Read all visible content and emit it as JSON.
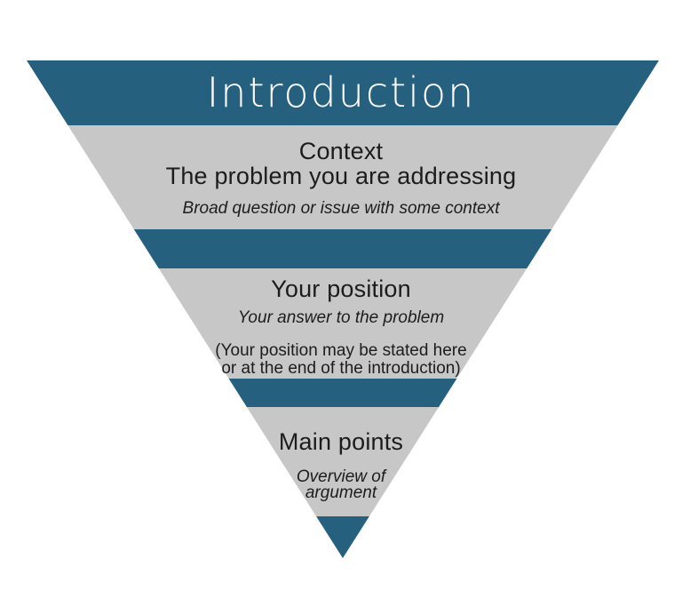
{
  "palette": {
    "blue": "#26607f",
    "gray": "#c7c7c7",
    "text_dark": "#1c1c1c",
    "text_light": "#ffffff",
    "background": "#ffffff"
  },
  "diagram": {
    "type": "inverted-pyramid-funnel",
    "title": "Introduction",
    "sections": [
      {
        "heading": "Context",
        "subheading": "The problem you are addressing",
        "note": "Broad question or issue with some context"
      },
      {
        "heading": "Your position",
        "note": "Your answer to the problem",
        "paren_line1": "(Your position may be stated here",
        "paren_line2": "or at the end of the introduction)"
      },
      {
        "heading": "Main points",
        "note_line1": "Overview of",
        "note_line2": "argument"
      }
    ]
  }
}
